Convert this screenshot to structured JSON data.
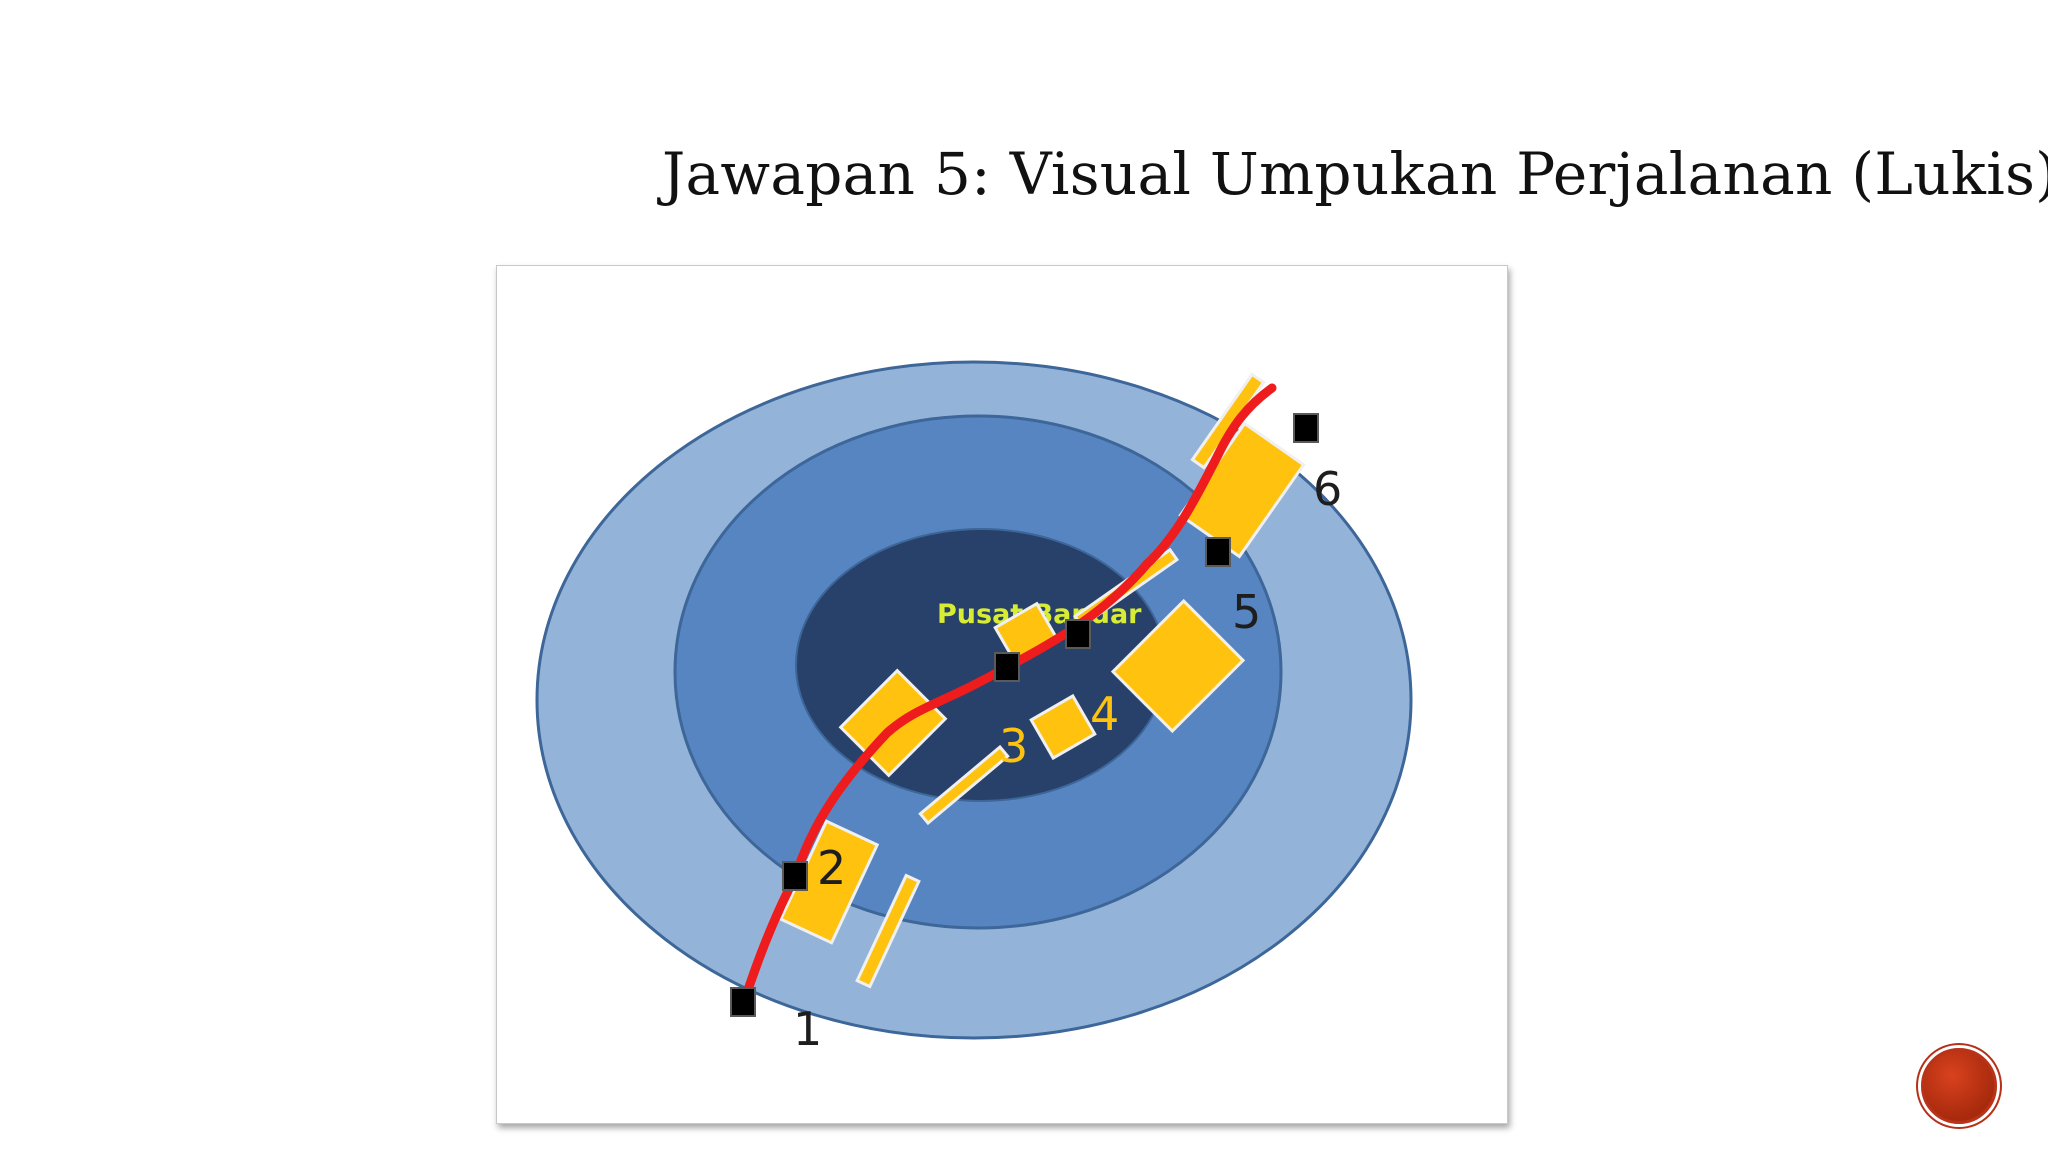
{
  "slide": {
    "title": "Jawapan 5: Visual Umpukan Perjalanan (Lukis)"
  },
  "diagram": {
    "center_label": "Pusat Bandar",
    "nodes": [
      "1",
      "2",
      "3",
      "4",
      "5",
      "6"
    ],
    "colors": {
      "outer_ring": "#94b3d9",
      "middle_ring": "#5685c1",
      "inner_core": "#27416b",
      "ring_border": "#3d6699",
      "route": "#ee1c1c",
      "building": "#ffc20e",
      "node": "#000000",
      "center_label": "#d7ec33"
    }
  },
  "navigation": {
    "button_icon": "circle-button-icon"
  }
}
